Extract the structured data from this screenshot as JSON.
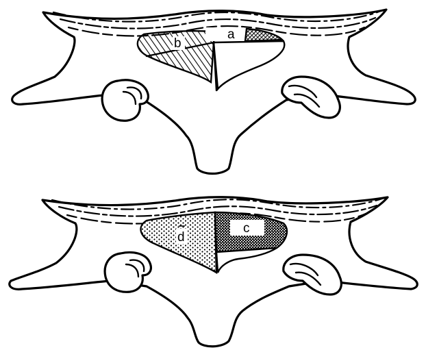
{
  "figure": {
    "top_panel": {
      "labels": {
        "a": "a",
        "b": "b"
      }
    },
    "bottom_panel": {
      "labels": {
        "c": "c",
        "d": "d"
      }
    }
  }
}
